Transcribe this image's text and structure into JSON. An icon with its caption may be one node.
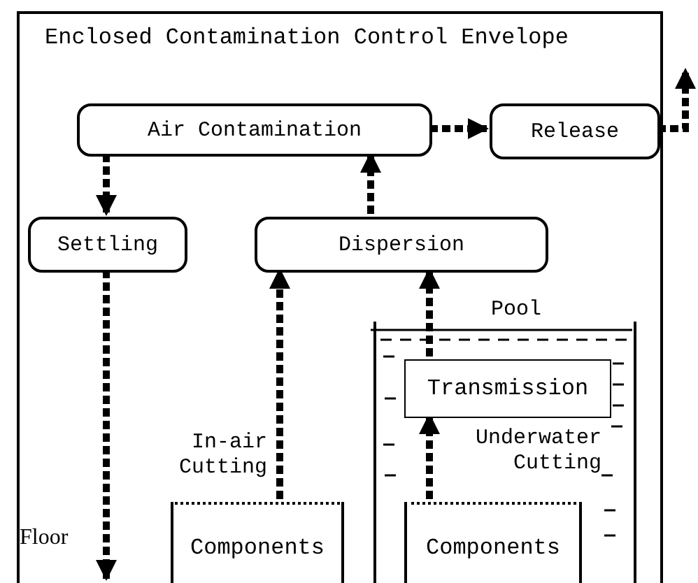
{
  "diagram": {
    "nodes": [
      {
        "text": [
          "Enclosed Contamination Control Envelope"
        ]
      },
      {
        "text": [
          "Air Contamination"
        ],
        "in": 0
      },
      {
        "text": [
          "Release"
        ],
        "in": 0
      },
      {
        "text": [
          "Settling"
        ],
        "in": 0
      },
      {
        "text": [
          "Dispersion"
        ],
        "in": 0
      },
      {
        "text": [
          "Pool"
        ],
        "in": 0
      },
      {
        "text": [
          "Transmission"
        ],
        "in": 5
      },
      {
        "text": [
          "Components"
        ],
        "in": 0
      },
      {
        "text": [
          "Components"
        ],
        "in": 5
      }
    ],
    "edges": [
      {
        "from": 1,
        "to": 2,
        "arrow": "to"
      },
      {
        "from": 2,
        "to": null,
        "arrow": "to"
      },
      {
        "from": 1,
        "to": 3,
        "arrow": "to"
      },
      {
        "from": 4,
        "to": 1,
        "arrow": "to"
      },
      {
        "from": 7,
        "to": 4,
        "label": "In-air Cutting",
        "arrow": "to"
      },
      {
        "from": 6,
        "to": 4,
        "arrow": "to"
      },
      {
        "from": 8,
        "to": 6,
        "label": "Underwater Cutting",
        "arrow": "to"
      },
      {
        "from": 3,
        "to": null,
        "arrow": "to"
      }
    ],
    "labels": [
      "Floor"
    ]
  }
}
